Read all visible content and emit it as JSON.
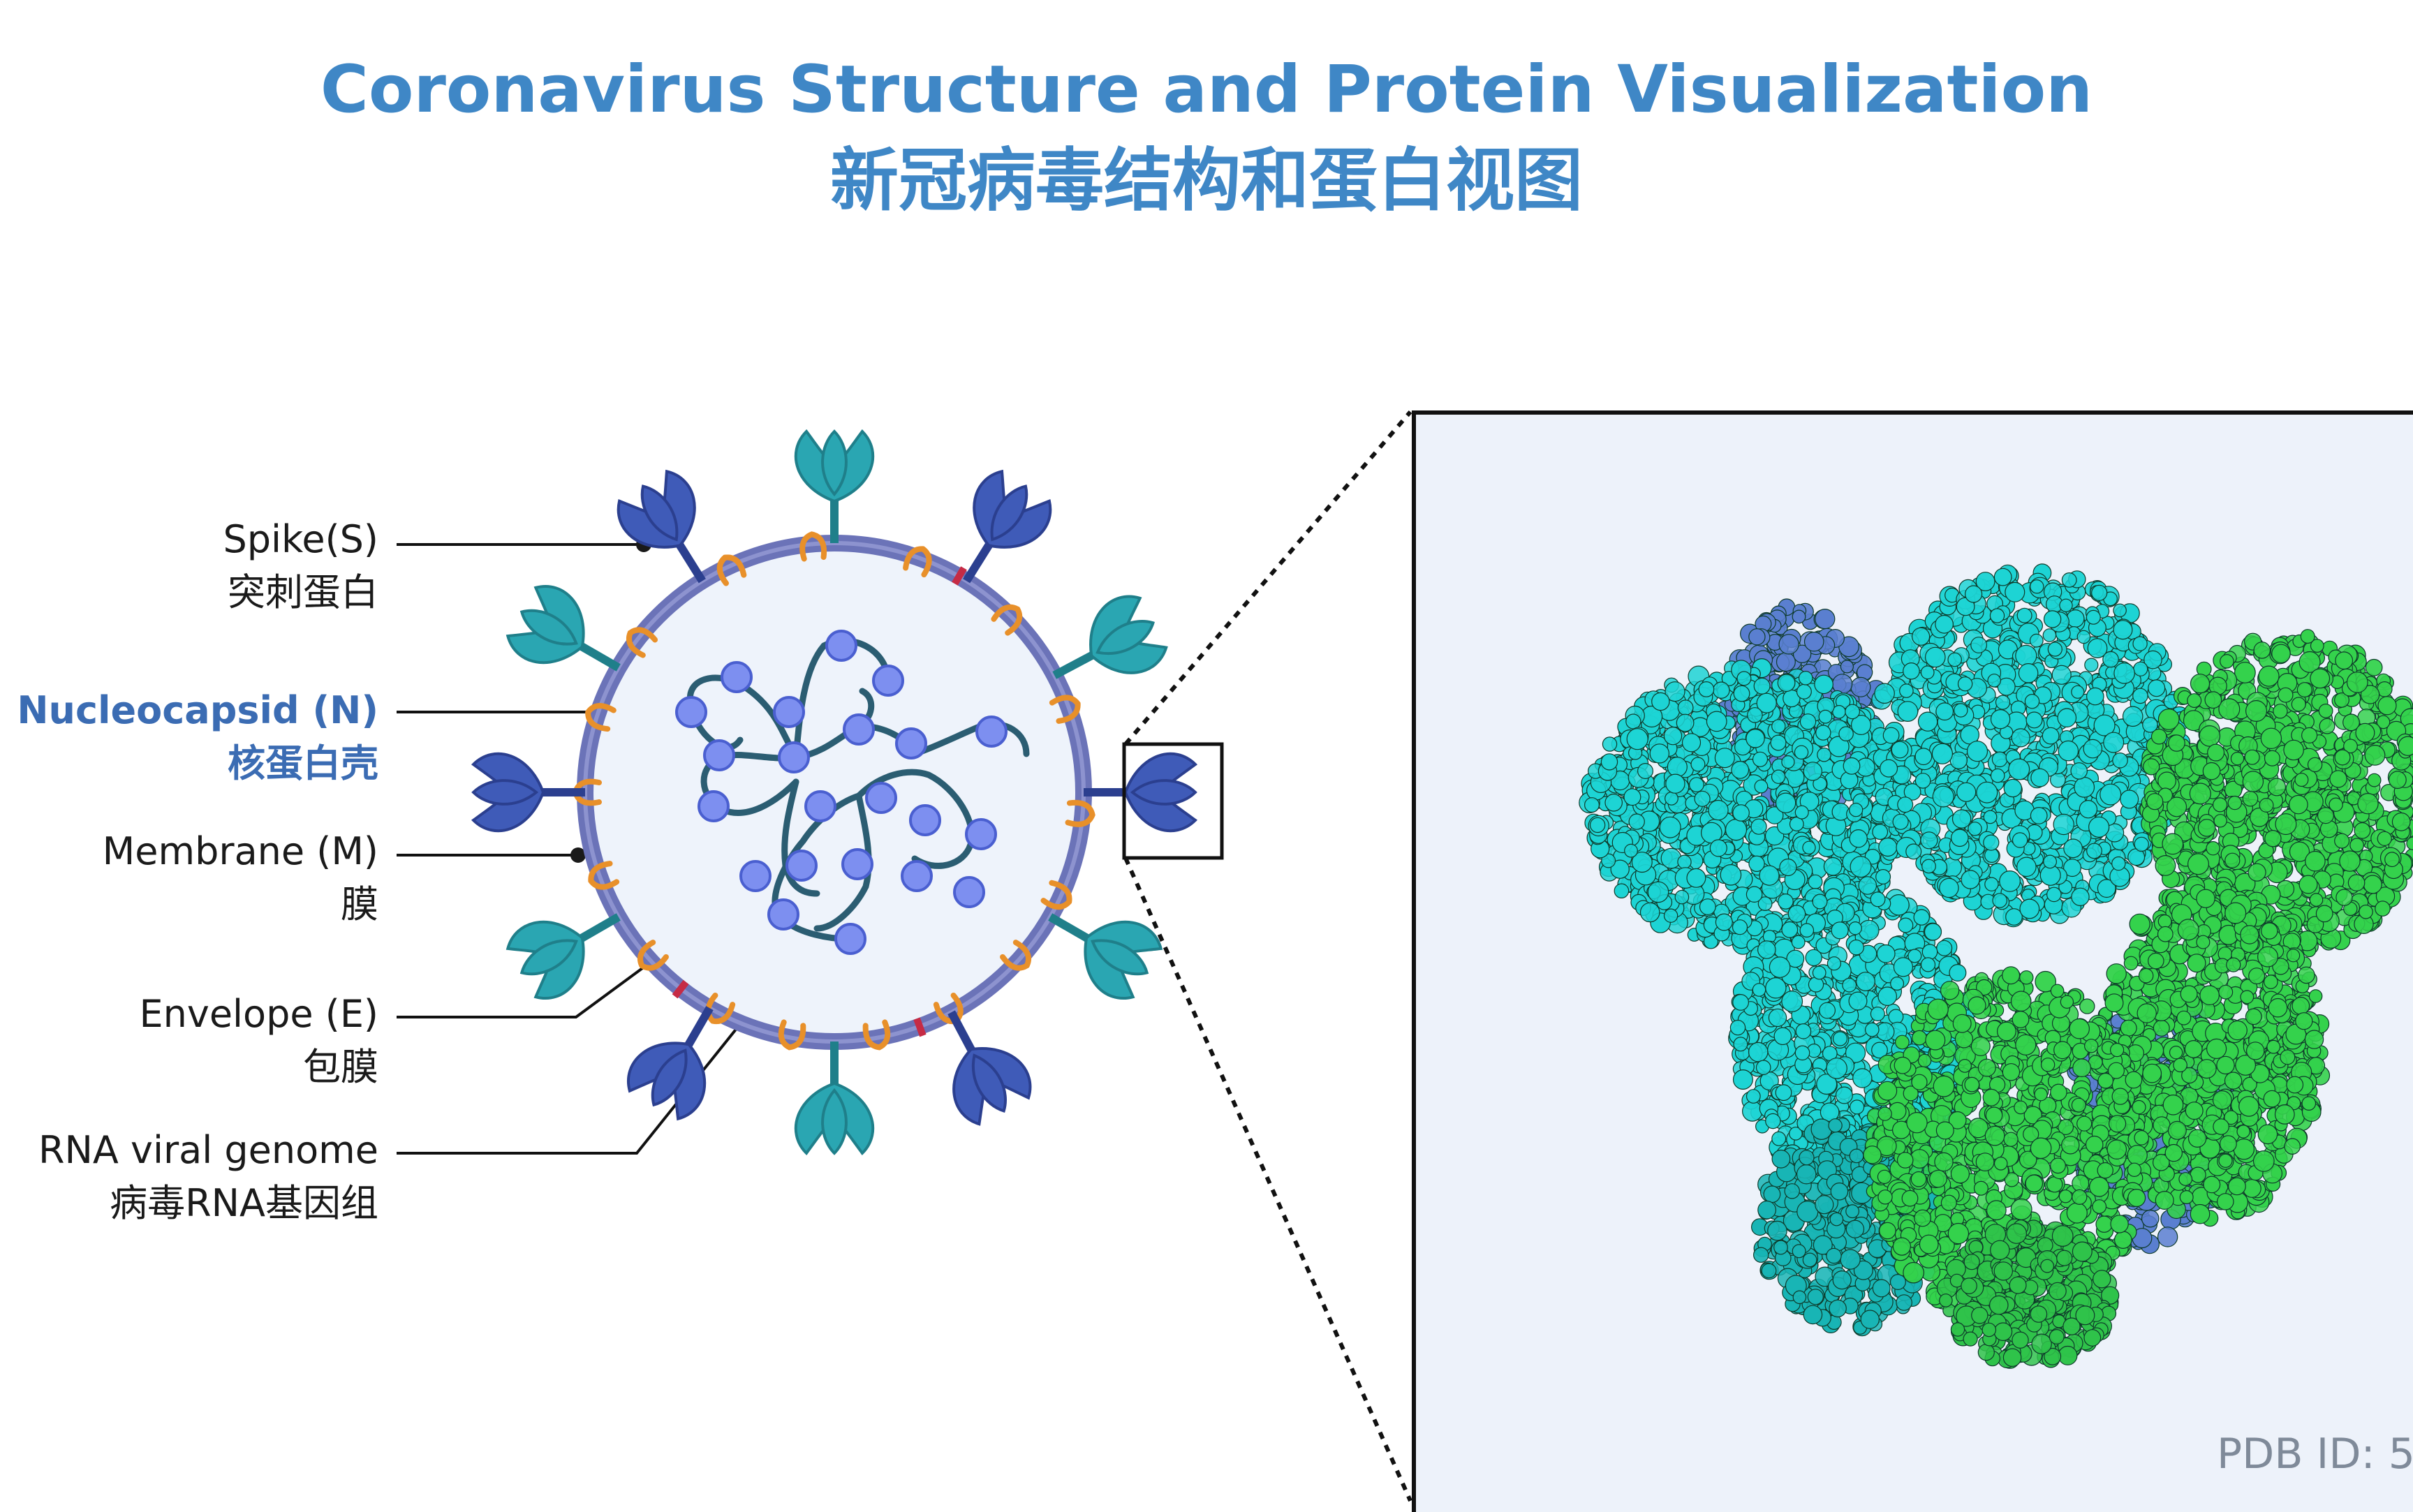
{
  "title": {
    "en": "Coronavirus Structure and Protein Visualization",
    "zh": "新冠病毒结构和蛋白视图"
  },
  "labels": [
    {
      "id": "spike",
      "en": "Spike(S)",
      "zh": "突刺蛋白",
      "highlight": false
    },
    {
      "id": "nucleocapsid",
      "en": "Nucleocapsid (N)",
      "zh": "核蛋白壳",
      "highlight": true
    },
    {
      "id": "membrane",
      "en": "Membrane (M)",
      "zh": "膜",
      "highlight": false
    },
    {
      "id": "envelope",
      "en": "Envelope (E)",
      "zh": "包膜",
      "highlight": false
    },
    {
      "id": "rna",
      "en": "RNA viral genome",
      "zh": "病毒RNA基因组",
      "highlight": false
    }
  ],
  "pdb_label": "PDB ID: 5",
  "colors": {
    "title": "#3f87c6",
    "highlight_label": "#3b6cb3",
    "spike_dark": "#3f5bb8",
    "spike_teal": "#2aa6b2",
    "membrane": "#6b73b8",
    "membrane_protein": "#e8902a",
    "envelope_protein": "#c62b45",
    "interior": "#eef3fb",
    "rna_strand": "#2b5d72",
    "nucleocapsid": "#7d8ff0",
    "protein_cyan": "#1dd4d4",
    "protein_green": "#34d24c",
    "protein_blue": "#5a7fd0",
    "panel_bg": "#edf2fa"
  }
}
